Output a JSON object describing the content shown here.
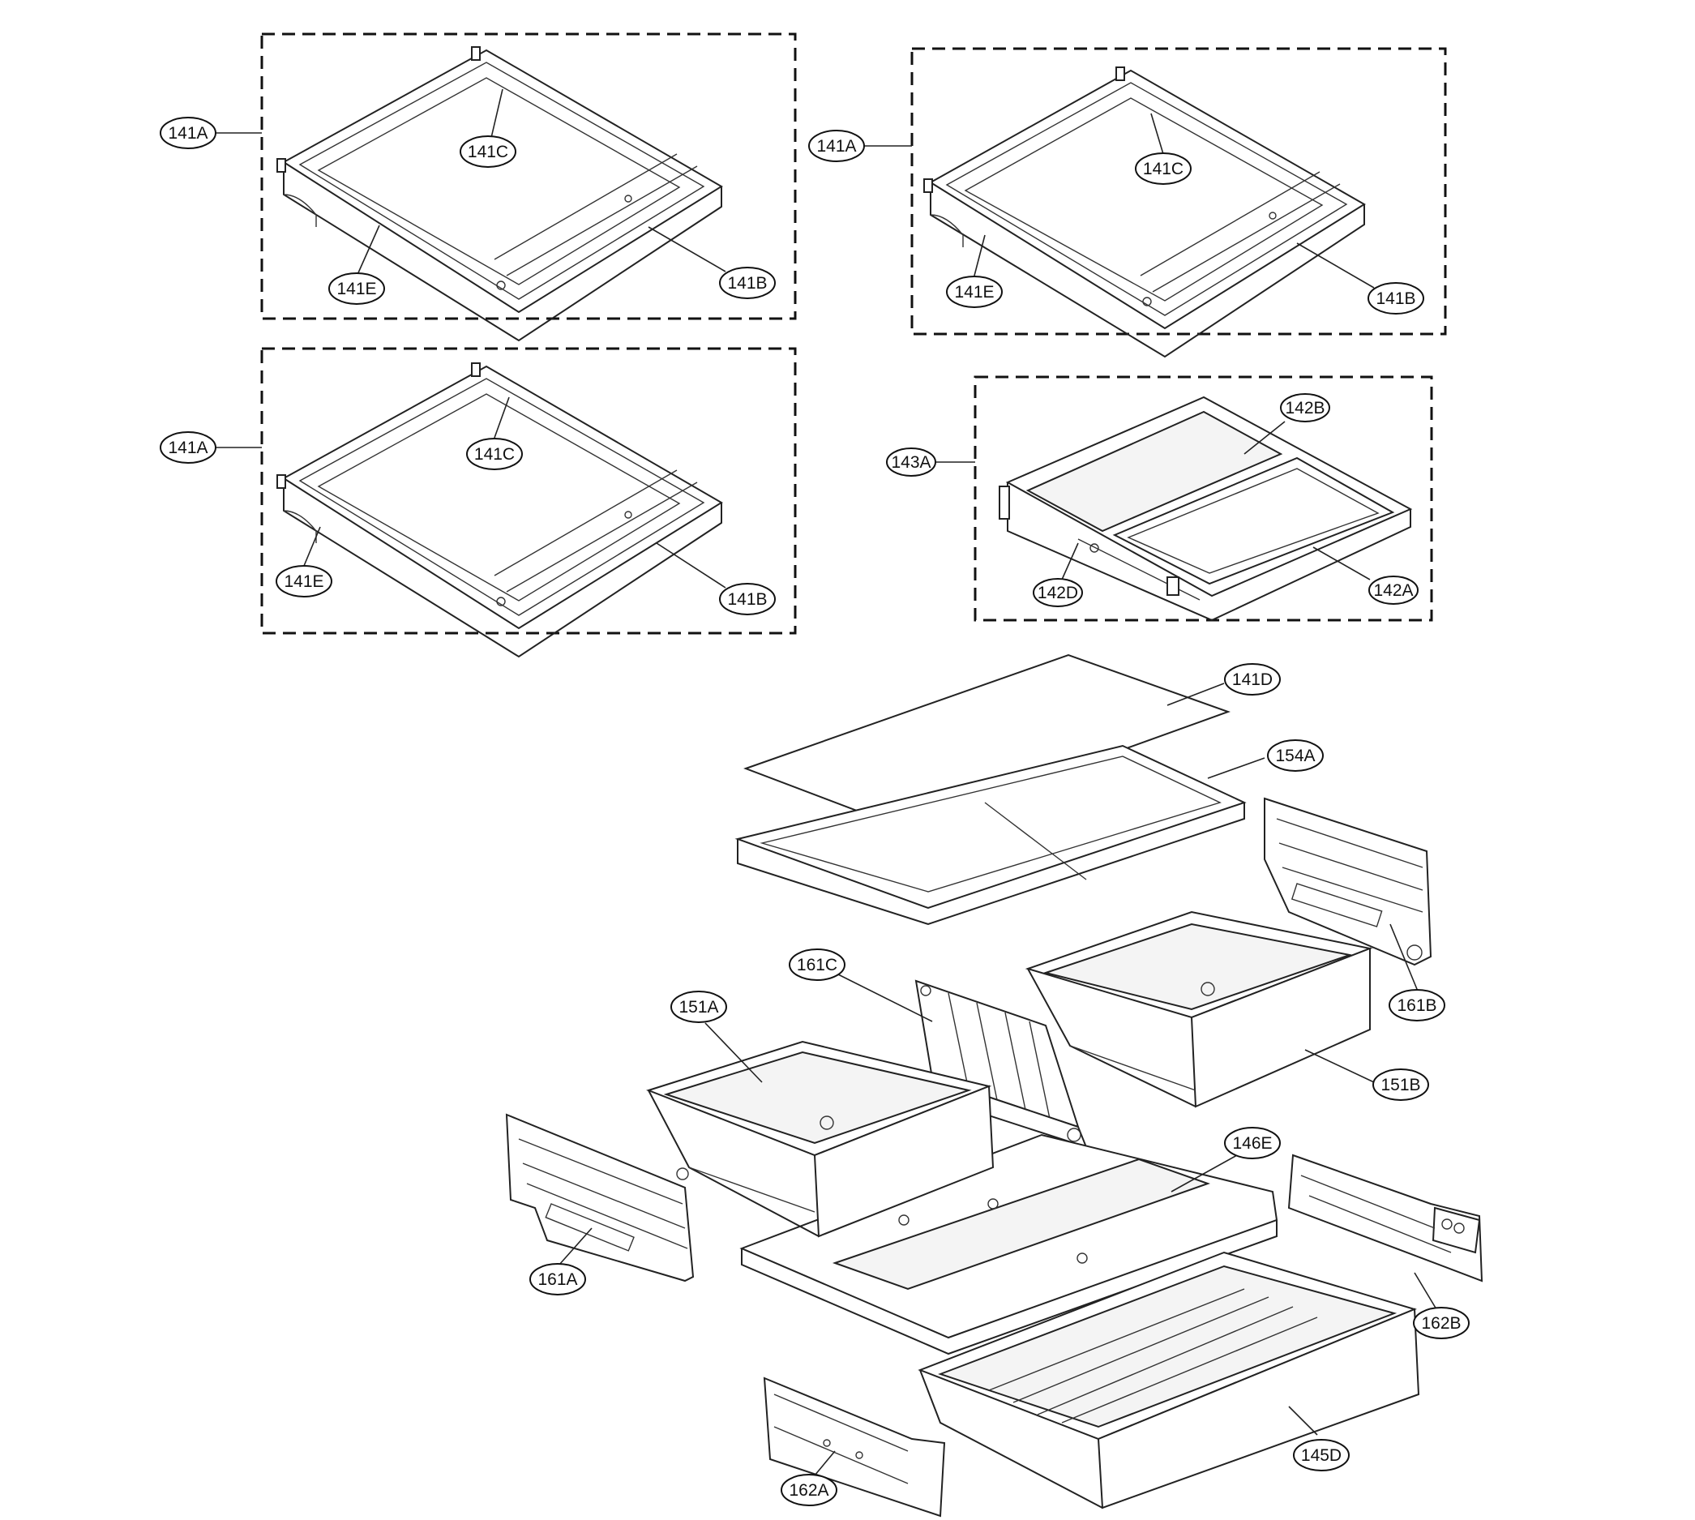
{
  "diagram": {
    "labels": {
      "l141A_1": "141A",
      "l141C_1": "141C",
      "l141E_1": "141E",
      "l141B_1": "141B",
      "l141A_2": "141A",
      "l141C_2": "141C",
      "l141E_2": "141E",
      "l141B_2": "141B",
      "l141A_3": "141A",
      "l141C_3": "141C",
      "l141E_3": "141E",
      "l141B_3": "141B",
      "l143A": "143A",
      "l142B": "142B",
      "l142D": "142D",
      "l142A": "142A",
      "l141D": "141D",
      "l154A": "154A",
      "l161B": "161B",
      "l161C": "161C",
      "l151A": "151A",
      "l151B": "151B",
      "l146E": "146E",
      "l161A": "161A",
      "l162B": "162B",
      "l145D": "145D",
      "l162A": "162A"
    }
  }
}
